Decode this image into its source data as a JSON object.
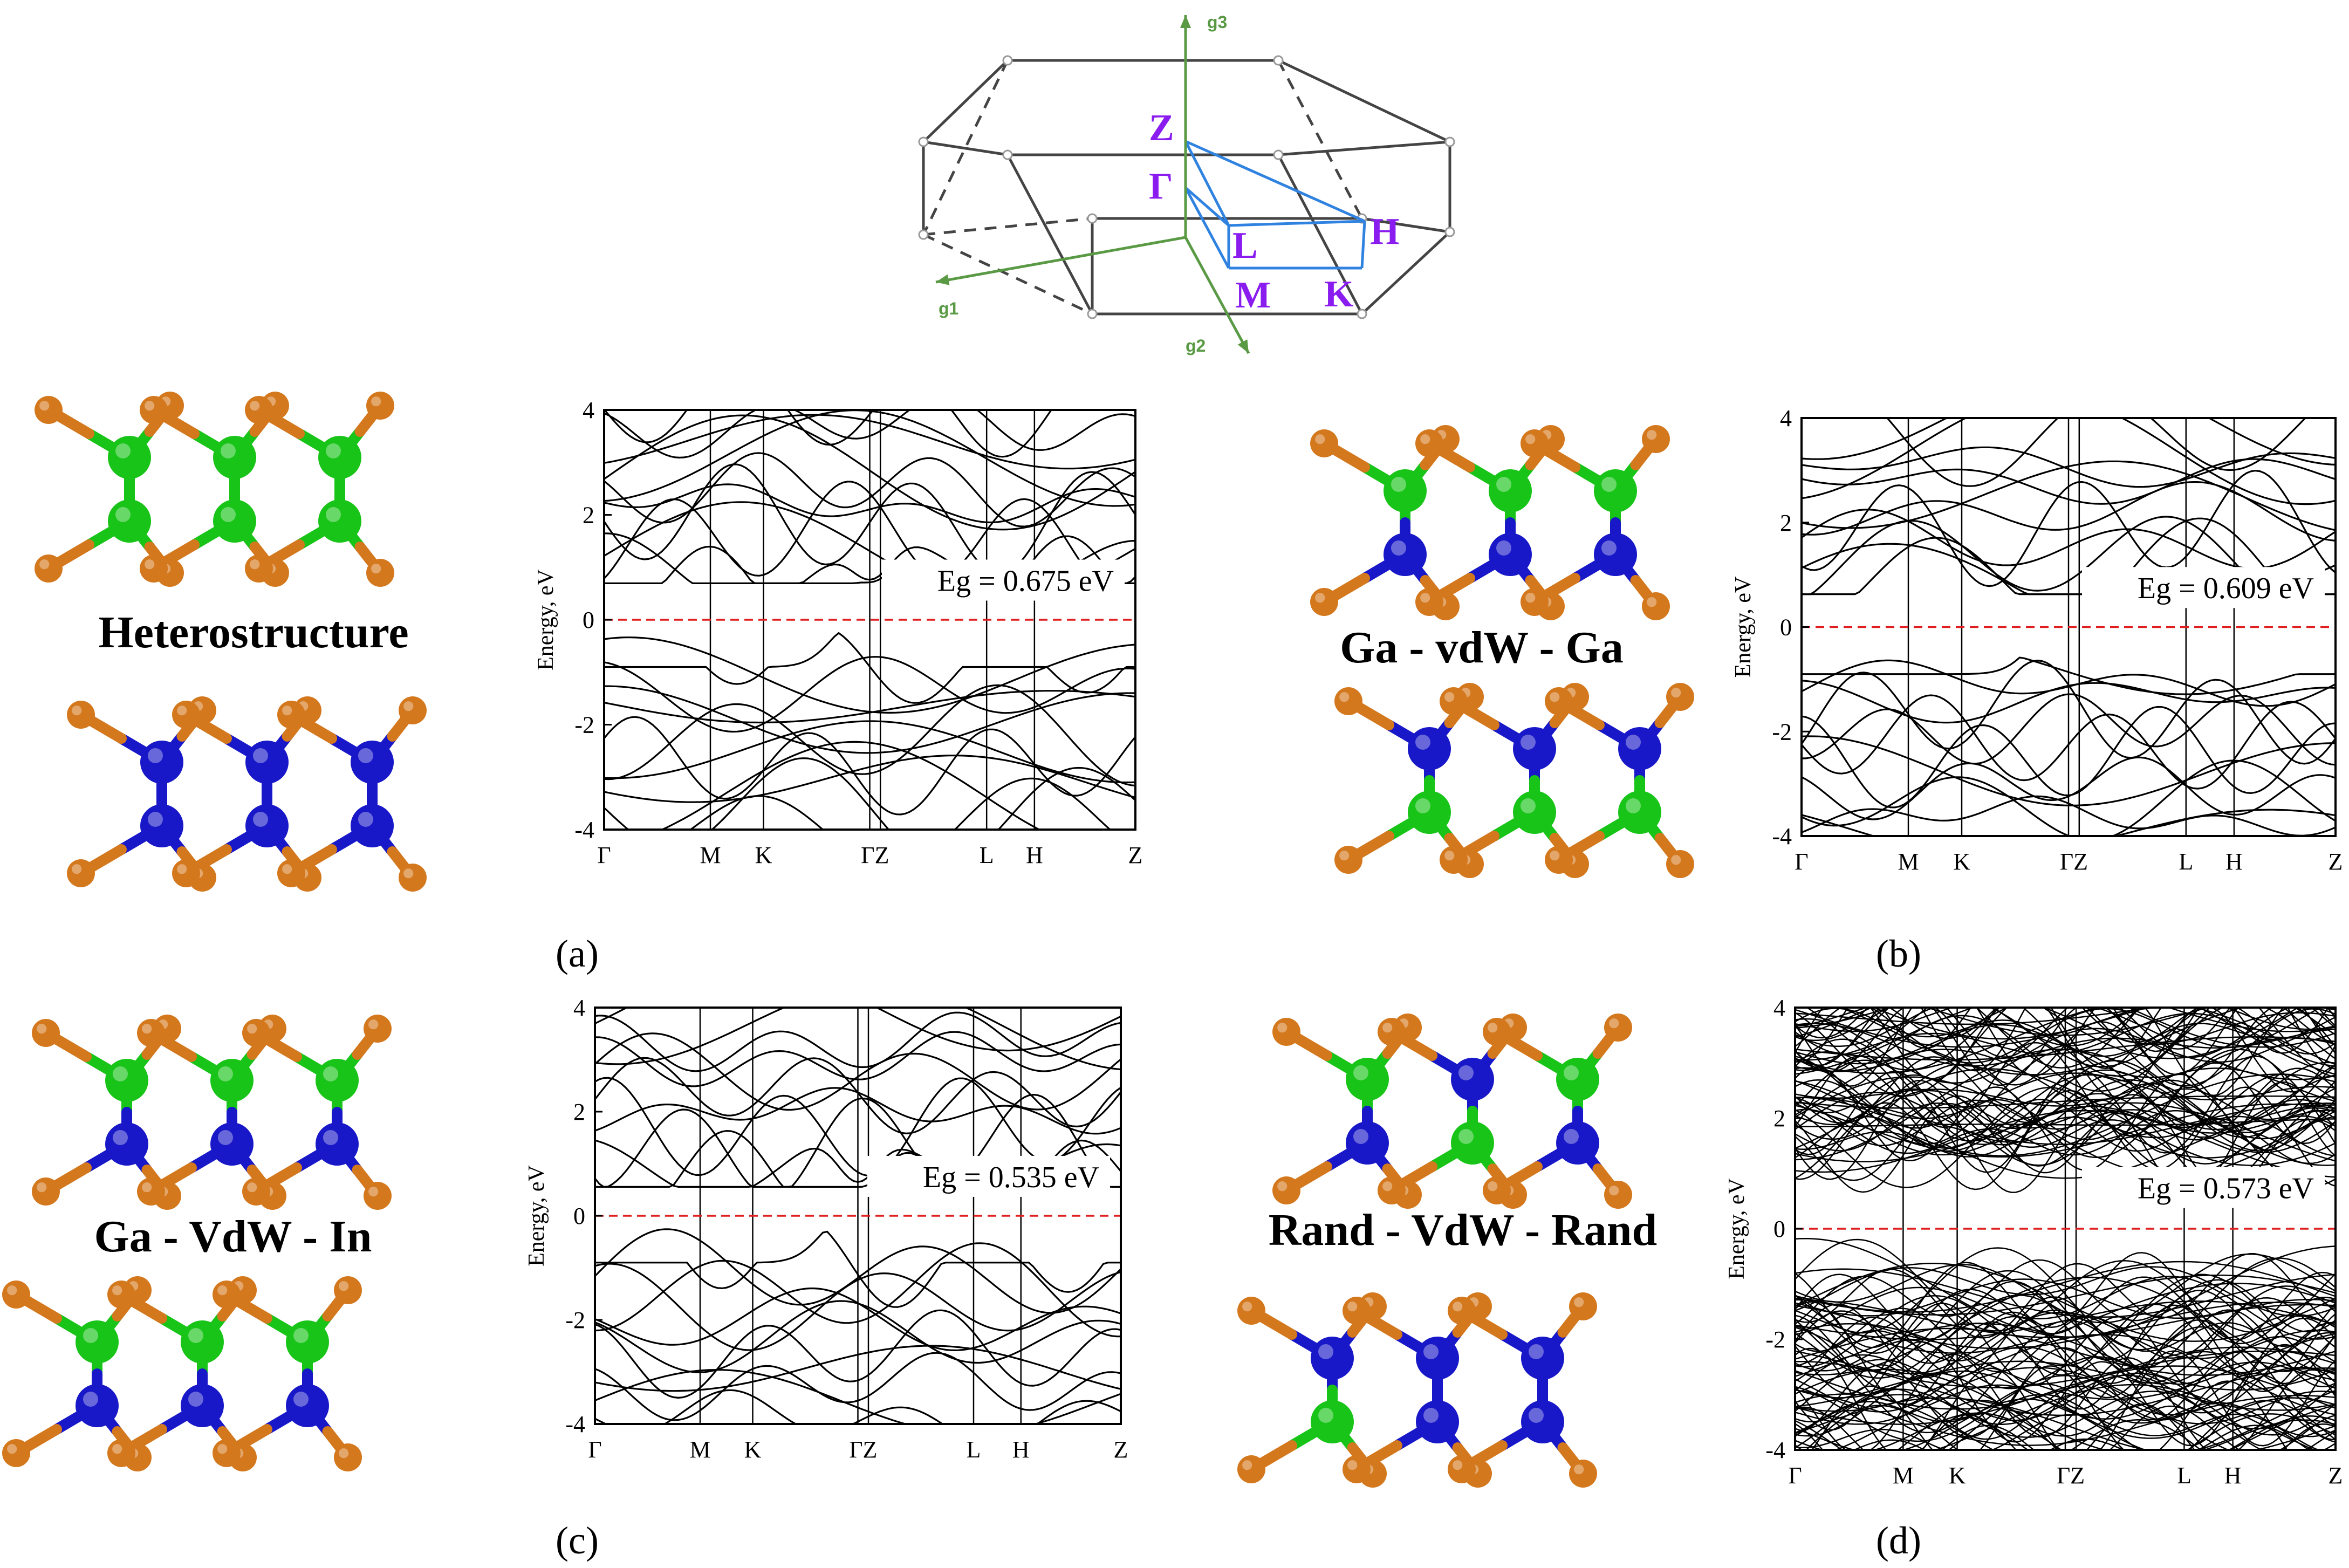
{
  "brillouin_zone": {
    "points": [
      "Z",
      "Γ",
      "L",
      "H",
      "M",
      "K"
    ],
    "axes": [
      "g1",
      "g2",
      "g3"
    ],
    "colors": {
      "edges": "#444444",
      "path": "#2f82e0",
      "points": "#8a1cf0",
      "axes": "#5a9a45"
    }
  },
  "colors": {
    "orange_atom": "#d4781e",
    "green_atom": "#18c418",
    "blue_atom": "#1818c8",
    "fermi": "#e02020",
    "band": "#000000"
  },
  "panels": [
    {
      "tag": "(a)",
      "structure_label": "Heterostructure",
      "top_layer": "green",
      "bottom_layer": "blue"
    },
    {
      "tag": "(b)",
      "structure_label": "Ga - vdW - Ga",
      "top_layer": "gb",
      "bottom_layer": "bg"
    },
    {
      "tag": "(c)",
      "structure_label": "Ga - VdW - In",
      "top_layer": "gb",
      "bottom_layer": "gb"
    },
    {
      "tag": "(d)",
      "structure_label": "Rand - VdW - Rand",
      "top_layer": "rand",
      "bottom_layer": "rand"
    }
  ],
  "chart_data": [
    {
      "type": "line",
      "panel": "(a)",
      "title": "",
      "xlabel": "",
      "ylabel": "Energy, eV",
      "ylim": [
        -4,
        4
      ],
      "yticks": [
        4,
        2,
        0,
        -2,
        -4
      ],
      "kpath": [
        "Γ",
        "M",
        "K",
        "ΓZ",
        "L",
        "H",
        "Z"
      ],
      "fermi_level": 0,
      "annotation": "Eg = 0.675 eV",
      "band_gap_eV": 0.675
    },
    {
      "type": "line",
      "panel": "(b)",
      "title": "",
      "xlabel": "",
      "ylabel": "Energy, eV",
      "ylim": [
        -4,
        4
      ],
      "yticks": [
        4,
        2,
        0,
        -2,
        -4
      ],
      "kpath": [
        "Γ",
        "M",
        "K",
        "ΓZ",
        "L",
        "H",
        "Z"
      ],
      "fermi_level": 0,
      "annotation": "Eg = 0.609 eV",
      "band_gap_eV": 0.609
    },
    {
      "type": "line",
      "panel": "(c)",
      "title": "",
      "xlabel": "",
      "ylabel": "Energy, eV",
      "ylim": [
        -4,
        4
      ],
      "yticks": [
        4,
        2,
        0,
        -2,
        -4
      ],
      "kpath": [
        "Γ",
        "M",
        "K",
        "ΓZ",
        "L",
        "H",
        "Z"
      ],
      "fermi_level": 0,
      "annotation": "Eg = 0.535 eV",
      "band_gap_eV": 0.535
    },
    {
      "type": "line",
      "panel": "(d)",
      "title": "",
      "xlabel": "",
      "ylabel": "Energy, eV",
      "ylim": [
        -4,
        4
      ],
      "yticks": [
        4,
        2,
        0,
        -2,
        -4
      ],
      "kpath": [
        "Γ",
        "M",
        "K",
        "ΓZ",
        "L",
        "H",
        "Z"
      ],
      "fermi_level": 0,
      "annotation": "Eg = 0.573 eV",
      "band_gap_eV": 0.573
    }
  ]
}
